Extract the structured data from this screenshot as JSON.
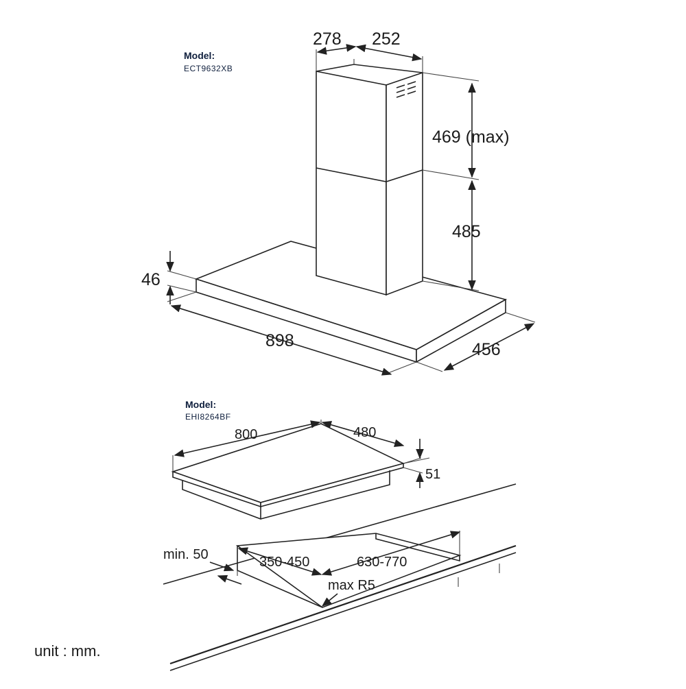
{
  "hood": {
    "model_label": "Model:",
    "model_code": "ECT9632XB",
    "dims": {
      "chimney_depth": "278",
      "chimney_width": "252",
      "upper_chimney_height": "469 (max)",
      "lower_chimney_height": "485",
      "canopy_thickness": "46",
      "width": "898",
      "depth": "456"
    }
  },
  "hob": {
    "model_label": "Model:",
    "model_code": "EHI8264BF",
    "dims": {
      "width": "800",
      "depth": "480",
      "height": "51"
    }
  },
  "cutout": {
    "min_gap": "min. 50",
    "depth_range": "350-450",
    "width_range": "630-770",
    "corner_radius": "max R5"
  },
  "unit_label": "unit : mm."
}
